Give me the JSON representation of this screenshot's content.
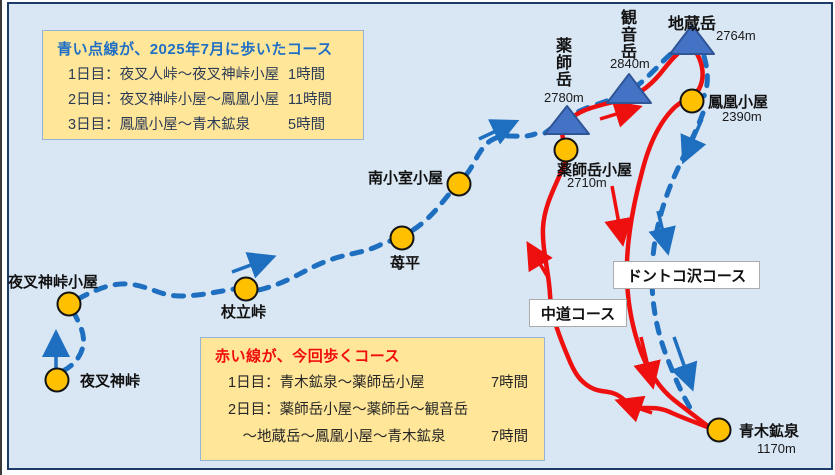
{
  "map": {
    "colors": {
      "background": "#d9e6f4",
      "frame_border": "#1c3c66",
      "previous_course_blue": "#1e6fbf",
      "current_course_red": "#ee0f0f",
      "hut_marker_fill": "#ffc000",
      "peak_marker_fill": "#4472c4",
      "legend_fill": "#ffe699"
    },
    "legend_previous": {
      "title": "青い点線が、2025年7月に歩いたコース",
      "rows": [
        {
          "label": "1日目：夜叉人峠〜夜叉神峠小屋",
          "time": "1時間"
        },
        {
          "label": "2日目：夜叉神峠小屋〜鳳凰小屋",
          "time": "11時間"
        },
        {
          "label": "3日目：鳳凰小屋〜青木鉱泉",
          "time": "5時間"
        }
      ]
    },
    "legend_current": {
      "title": "赤い線が、今回歩くコース",
      "rows": [
        {
          "label": "1日目：青木鉱泉〜薬師岳小屋",
          "time": "7時間"
        },
        {
          "label": "2日目：薬師岳小屋〜薬師岳〜観音岳",
          "time": ""
        },
        {
          "label": "　〜地蔵岳〜鳳凰小屋〜青木鉱泉",
          "time": "7時間"
        }
      ]
    },
    "peaks": [
      {
        "name": "薬師岳",
        "elevation": "2780m"
      },
      {
        "name": "観音岳",
        "elevation": "2840m"
      },
      {
        "name": "地蔵岳",
        "elevation": "2764m"
      }
    ],
    "stations": [
      {
        "name": "夜叉神峠",
        "elevation": ""
      },
      {
        "name": "夜叉神峠小屋",
        "elevation": ""
      },
      {
        "name": "杖立峠",
        "elevation": ""
      },
      {
        "name": "苺平",
        "elevation": ""
      },
      {
        "name": "南小室小屋",
        "elevation": ""
      },
      {
        "name": "薬師岳小屋",
        "elevation": "2710m"
      },
      {
        "name": "鳳凰小屋",
        "elevation": "2390m"
      },
      {
        "name": "青木鉱泉",
        "elevation": "1170m"
      }
    ],
    "course_labels": {
      "nakamichi": "中道コース",
      "dondoko": "ドントコ沢コース"
    }
  }
}
